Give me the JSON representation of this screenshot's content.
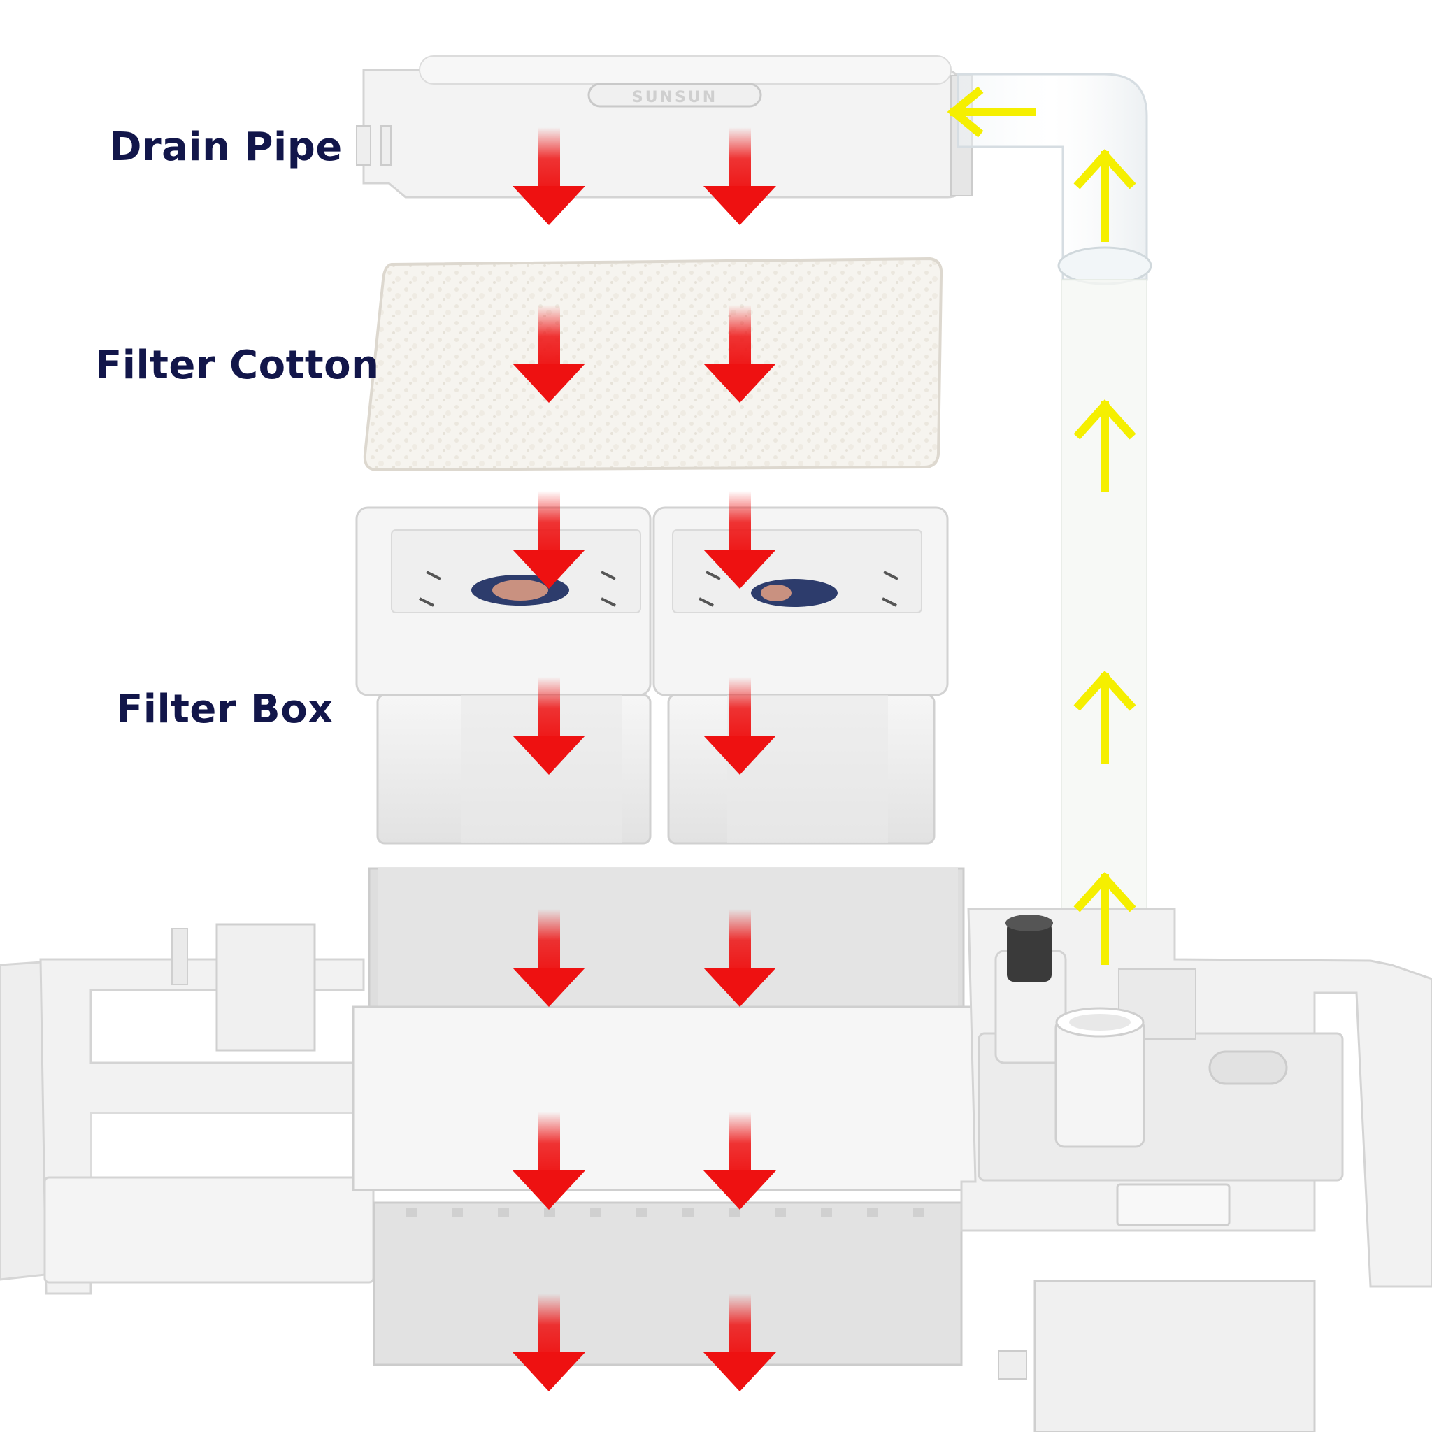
{
  "labels": {
    "drain_pipe": "Drain Pipe",
    "filter_cotton": "Filter Cotton",
    "filter_box": "Filter Box"
  },
  "brand_logo": "SUNSUN",
  "colors": {
    "downflow_arrow": "#ee1111",
    "upflow_arrow": "#f5ef00",
    "label_text": "#12164a",
    "component_white": "#f4f4f4"
  },
  "flow": {
    "downflow": "red arrows",
    "upflow": "yellow arrows"
  }
}
